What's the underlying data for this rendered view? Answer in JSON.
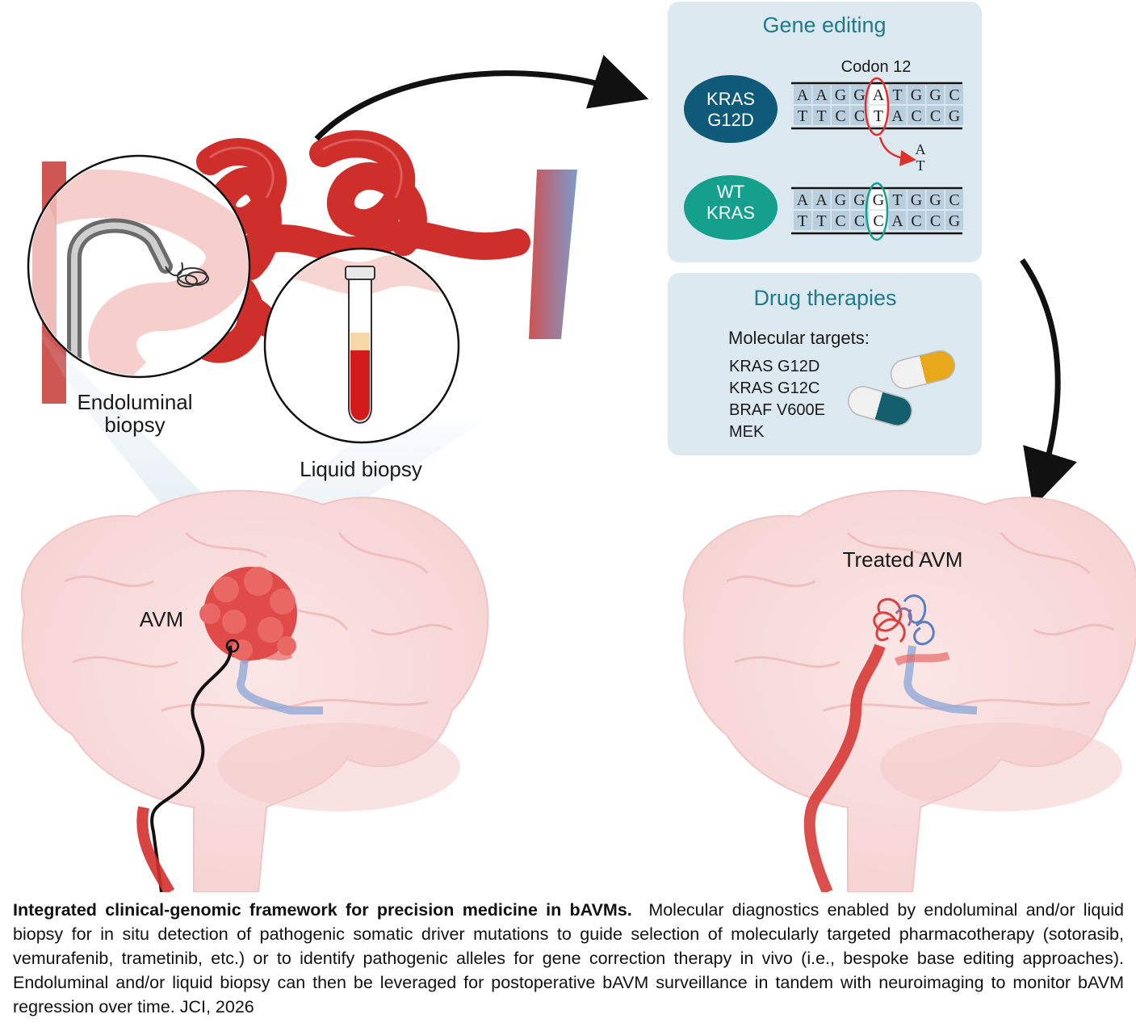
{
  "labels": {
    "endoluminal": [
      "Endoluminal",
      "biopsy"
    ],
    "liquid": "Liquid biopsy",
    "avm": "AVM",
    "treated_avm": "Treated AVM"
  },
  "gene_editing": {
    "title": "Gene editing",
    "codon": "Codon 12",
    "mutant": {
      "label": [
        "KRAS",
        "G12D"
      ],
      "top": [
        "A",
        "A",
        "G",
        "G",
        "A",
        "T",
        "G",
        "G",
        "C"
      ],
      "bottom": [
        "T",
        "T",
        "C",
        "C",
        "T",
        "A",
        "C",
        "C",
        "G"
      ]
    },
    "edit_result": [
      "A",
      "T"
    ],
    "wild": {
      "label": [
        "WT",
        "KRAS"
      ],
      "top": [
        "A",
        "A",
        "G",
        "G",
        "G",
        "T",
        "G",
        "G",
        "C"
      ],
      "bottom": [
        "T",
        "T",
        "C",
        "C",
        "C",
        "A",
        "C",
        "C",
        "G"
      ]
    }
  },
  "drug_therapies": {
    "title": "Drug therapies",
    "subtitle": "Molecular targets:",
    "targets": [
      "KRAS G12D",
      "KRAS G12C",
      "BRAF V600E",
      "MEK"
    ]
  },
  "caption": {
    "bold": "Integrated clinical-genomic framework for precision medicine in bAVMs.",
    "text": "Molecular diagnostics enabled by endoluminal and/or liquid biopsy for in situ detection of pathogenic somatic driver mutations to guide selection of molecularly targeted pharmacotherapy (sotorasib, vemurafenib, trametinib, etc.) or to identify pathogenic alleles for gene correction therapy in vivo (i.e., bespoke base editing approaches). Endoluminal and/or liquid biopsy can then be leveraged for postoperative bAVM surveillance in tandem with neuroimaging to monitor bAVM regression over time. JCI, 2026"
  },
  "colors": {
    "panel": "#dde9f1",
    "title_teal": "#1f7a8c",
    "kras_blob": "#0f5a78",
    "wt_blob": "#14a08c",
    "artery": "#d4302c",
    "vein": "#6e8fc6",
    "brain": "#f8dcdc"
  }
}
